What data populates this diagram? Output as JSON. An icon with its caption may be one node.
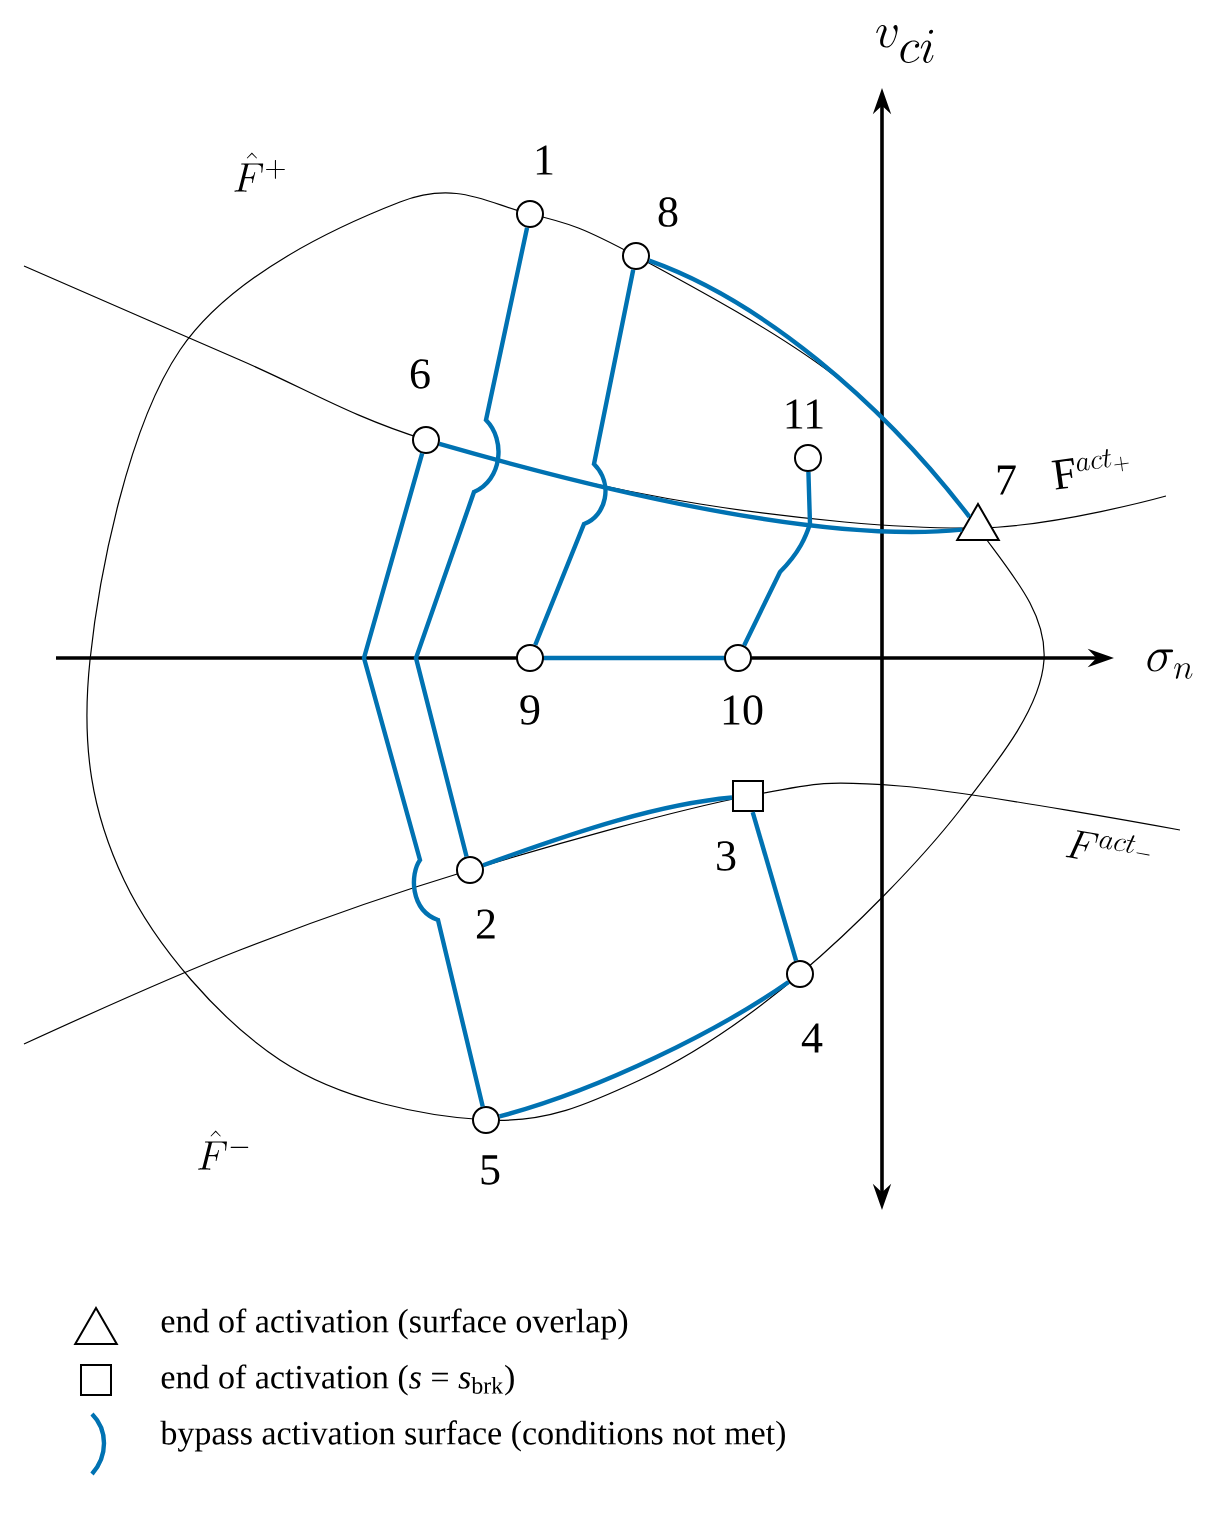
{
  "diagram": {
    "nodes": [
      {
        "text": [],
        "shape": "circle",
        "beside": [
          "1"
        ]
      },
      {
        "text": [],
        "shape": "circle",
        "beside": [
          "2"
        ]
      },
      {
        "text": [],
        "shape": "box",
        "beside": [
          "3"
        ]
      },
      {
        "text": [],
        "shape": "circle",
        "beside": [
          "4"
        ]
      },
      {
        "text": [],
        "shape": "circle",
        "beside": [
          "5"
        ]
      },
      {
        "text": [],
        "shape": "circle",
        "beside": [
          "6"
        ]
      },
      {
        "text": [],
        "shape": "triangle",
        "beside": [
          "7"
        ]
      },
      {
        "text": [],
        "shape": "circle",
        "beside": [
          "8"
        ]
      },
      {
        "text": [],
        "shape": "circle",
        "beside": [
          "9"
        ]
      },
      {
        "text": [],
        "shape": "circle",
        "beside": [
          "10"
        ]
      },
      {
        "text": [],
        "shape": "circle",
        "beside": [
          "11"
        ]
      }
    ],
    "edges": [
      {
        "from": 0,
        "to": 1,
        "arrow": "none"
      },
      {
        "from": 1,
        "to": 2,
        "arrow": "none"
      },
      {
        "from": 2,
        "to": 3,
        "arrow": "none"
      },
      {
        "from": 3,
        "to": 4,
        "arrow": "none"
      },
      {
        "from": 4,
        "to": 5,
        "arrow": "none"
      },
      {
        "from": 5,
        "to": 6,
        "arrow": "none"
      },
      {
        "from": 6,
        "to": 7,
        "arrow": "none"
      },
      {
        "from": 7,
        "to": 8,
        "arrow": "none"
      },
      {
        "from": 8,
        "to": 9,
        "arrow": "none"
      },
      {
        "from": 9,
        "to": 10,
        "arrow": "none"
      }
    ],
    "labels": [
      "v_{ci}",
      "\\hat{F}^{+}",
      "\\mathrm{F}^{act_{+}}",
      "\\sigma_{n}",
      "F^{act_{-}}",
      "\\hat{F}^{-}"
    ],
    "legend": [
      {
        "text": "end of activation (surface overlap)"
      },
      {
        "text": "end of activation (*s* = *s*$_{brk}$)"
      },
      {
        "text": "bypass activation surface (conditions not met)"
      }
    ]
  }
}
